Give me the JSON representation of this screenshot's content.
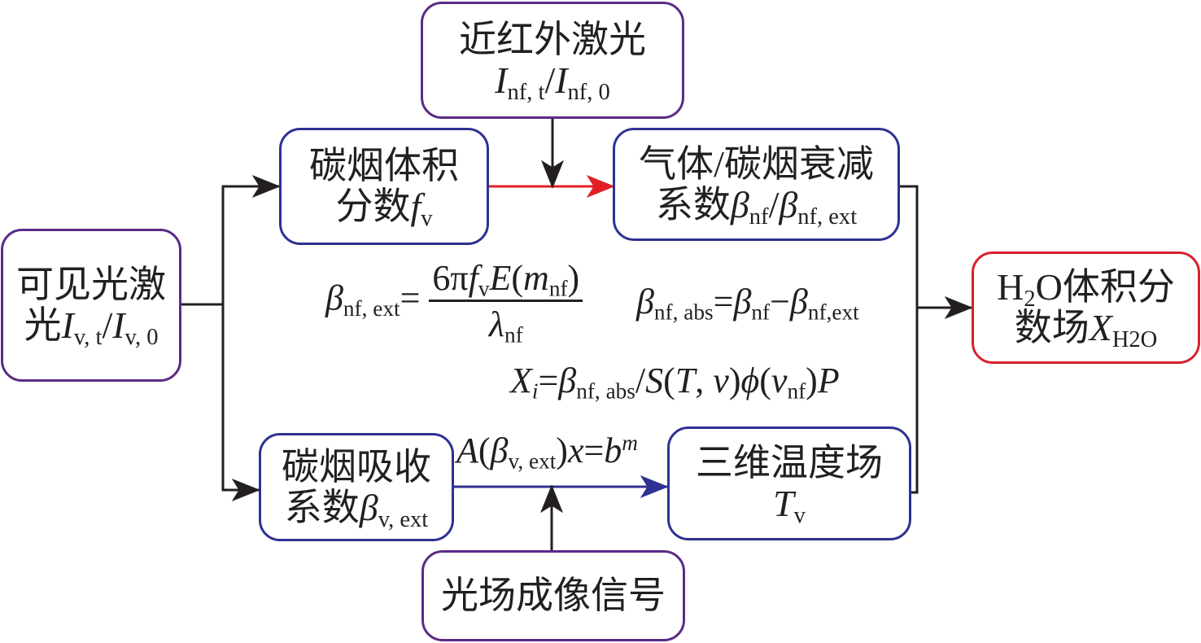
{
  "diagram": {
    "type": "flowchart",
    "colors": {
      "input_border": "#5b2a86",
      "process_border": "#2e3192",
      "output_border": "#d7212a",
      "red_arrow": "#e21f26",
      "blue_arrow": "#2e3192",
      "black_arrow": "#231f20"
    },
    "nodes": {
      "visible_laser": {
        "line1": "可见光激",
        "line2_prefix": "光",
        "var1": "I",
        "sub1": "v, t",
        "slash": "/",
        "var2": "I",
        "sub2": "v, 0"
      },
      "nir_laser": {
        "line1": "近红外激光",
        "var1": "I",
        "sub1": "nf, t",
        "slash": "/",
        "var2": "I",
        "sub2": "nf, 0"
      },
      "soot_volume_fraction": {
        "line1": "碳烟体积",
        "line2_prefix": "分数",
        "var": "f",
        "sub": "v"
      },
      "attenuation_coeff": {
        "line1": "气体/碳烟衰减",
        "line2_prefix": "系数",
        "var1": "β",
        "sub1": "nf",
        "slash": "/",
        "var2": "β",
        "sub2": "nf, ext"
      },
      "soot_absorption_coeff": {
        "line1": "碳烟吸收",
        "line2_prefix": "系数",
        "var": "β",
        "sub": "v, ext"
      },
      "temperature_field": {
        "line1": "三维温度场",
        "var": "T",
        "sub": "v"
      },
      "light_field_signal": {
        "line1": "光场成像信号"
      },
      "h2o_field": {
        "line1_pre": "H",
        "line1_sub": "2",
        "line1_post": "O体积分",
        "line2_prefix": "数场",
        "var": "X",
        "sub": "H2O"
      }
    },
    "formulas": {
      "beta_ext": {
        "lhs_var": "β",
        "lhs_sub": "nf, ext",
        "eq": "=",
        "num_pre": "6π",
        "num_f": "f",
        "num_f_sub": "v",
        "num_E": "E",
        "num_open": "(",
        "num_m": "m",
        "num_m_sub": "nf",
        "num_close": ")",
        "den_var": "λ",
        "den_sub": "nf"
      },
      "beta_abs": {
        "lhs_var": "β",
        "lhs_sub": "nf, abs",
        "eq": "=",
        "t1_var": "β",
        "t1_sub": "nf",
        "minus": "−",
        "t2_var": "β",
        "t2_sub": "nf,ext"
      },
      "xi": {
        "lhs_var": "X",
        "lhs_sub": "i",
        "eq": "=",
        "b_var": "β",
        "b_sub": "nf, abs",
        "slash": "/",
        "S": "S",
        "open": "(",
        "T": "T",
        "comma": ", ",
        "v": "v",
        "close": ")",
        "phi": "ϕ",
        "open2": "(",
        "v2": "v",
        "v2_sub": "nf",
        "close2": ")",
        "P": "P"
      },
      "linear_system": {
        "A": "A",
        "open": "(",
        "b_var": "β",
        "b_sub": "v, ext",
        "close": ")",
        "x": "x",
        "eq": "=",
        "rhs": "b",
        "rhs_sup": "m"
      }
    },
    "edges": [
      {
        "from": "visible_laser",
        "to": "soot_volume_fraction",
        "color": "black"
      },
      {
        "from": "visible_laser",
        "to": "soot_absorption_coeff",
        "color": "black"
      },
      {
        "from": "soot_volume_fraction",
        "to": "attenuation_coeff",
        "color": "red"
      },
      {
        "from": "nir_laser",
        "to": "red_edge",
        "color": "black"
      },
      {
        "from": "soot_absorption_coeff",
        "to": "temperature_field",
        "color": "blue"
      },
      {
        "from": "light_field_signal",
        "to": "blue_edge",
        "color": "black"
      },
      {
        "from": "attenuation_coeff",
        "to": "h2o_field",
        "color": "black"
      },
      {
        "from": "temperature_field",
        "to": "h2o_field",
        "color": "black"
      }
    ]
  }
}
